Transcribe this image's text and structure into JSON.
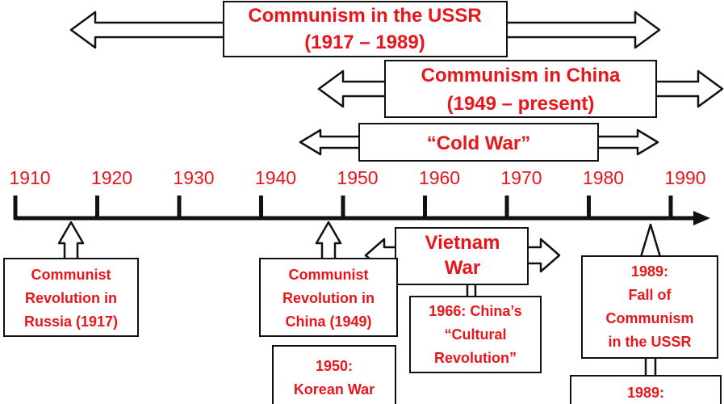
{
  "colors": {
    "text": "#e8161b",
    "line": "#111111",
    "fill": "#ffffff"
  },
  "periods": {
    "ussr": {
      "line1": "Communism in the USSR",
      "line2": "(1917 – 1989)"
    },
    "china": {
      "line1": "Communism in China",
      "line2": "(1949 – present)"
    },
    "cold_war": {
      "line1": "“Cold War”"
    },
    "vietnam": {
      "line1": "Vietnam",
      "line2": "War"
    }
  },
  "timeline": {
    "ticks": [
      "1910",
      "1920",
      "1930",
      "1940",
      "1950",
      "1960",
      "1970",
      "1980",
      "1990"
    ]
  },
  "events": {
    "russia": {
      "line1": "Communist",
      "line2": "Revolution in",
      "line3": "Russia (1917)"
    },
    "china_rev": {
      "line1": "Communist",
      "line2": "Revolution in",
      "line3": "China (1949)"
    },
    "korea": {
      "line1": "1950:",
      "line2": "Korean War"
    },
    "cultural": {
      "line1": "1966: China’s",
      "line2": "“Cultural",
      "line3": "Revolution”"
    },
    "ussr_fall": {
      "line1": "1989:",
      "line2": "Fall of",
      "line3": "Communism",
      "line4": "in the USSR"
    },
    "partial": {
      "line1": "1989:"
    }
  }
}
